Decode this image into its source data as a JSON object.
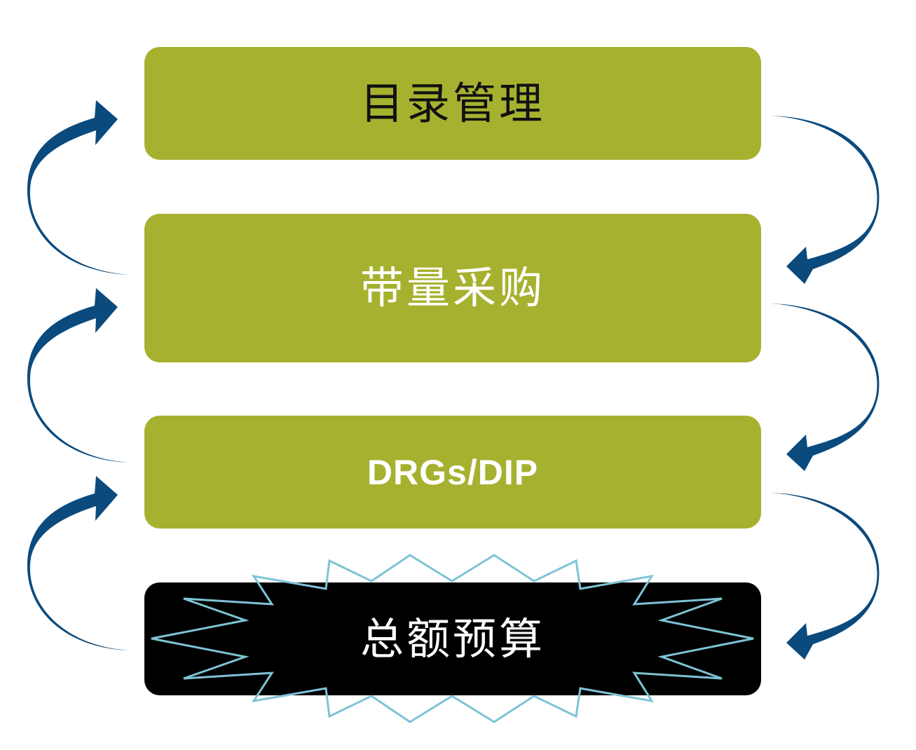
{
  "colors": {
    "box_green": "#a6b130",
    "box_black": "#000000",
    "arrow_blue": "#0b4a7d",
    "burst_outline": "#7ec3d6",
    "label_dark": "#111111",
    "label_light": "#ffffff"
  },
  "boxes": [
    {
      "label": "目录管理",
      "fill": "#a6b130",
      "text_color": "#111111"
    },
    {
      "label": "带量采购",
      "fill": "#a6b130",
      "text_color": "#ffffff"
    },
    {
      "label": "DRGs/DIP",
      "fill": "#a6b130",
      "text_color": "#ffffff"
    },
    {
      "label": "总额预算",
      "fill": "#000000",
      "text_color": "#ffffff"
    }
  ],
  "connections": [
    {
      "from": 0,
      "to": 1,
      "side": "right"
    },
    {
      "from": 1,
      "to": 2,
      "side": "right"
    },
    {
      "from": 2,
      "to": 3,
      "side": "right"
    },
    {
      "from": 1,
      "to": 0,
      "side": "left"
    },
    {
      "from": 2,
      "to": 1,
      "side": "left"
    },
    {
      "from": 3,
      "to": 2,
      "side": "left"
    }
  ]
}
